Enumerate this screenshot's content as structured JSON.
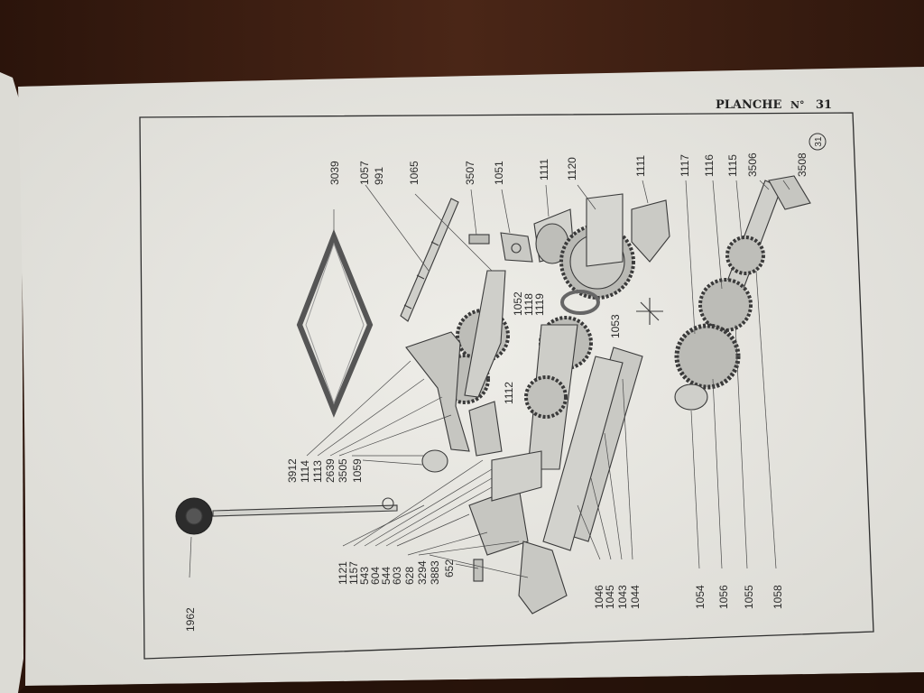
{
  "page": {
    "plate_label": "PLANCHE",
    "plate_no_mark": "N°",
    "plate_number": "31",
    "corner_mark": "31"
  },
  "labels": {
    "top": [
      "3039",
      "1057",
      "991",
      "1065",
      "3507",
      "1051",
      "1111",
      "1120",
      "1111",
      "1117",
      "1116",
      "1115",
      "3506",
      "3508"
    ],
    "mid": [
      "1052",
      "1118",
      "1119",
      "1053",
      "1112"
    ],
    "left_group": [
      "3912",
      "1114",
      "1113",
      "2639",
      "3505",
      "1059"
    ],
    "bottom_group": [
      "1121",
      "1157",
      "543",
      "604",
      "544",
      "603",
      "628",
      "3294",
      "3883",
      "652"
    ],
    "bottom_right": [
      "1046",
      "1045",
      "1043",
      "1044",
      "1054",
      "1056",
      "1055",
      "1058"
    ],
    "bottom_left": [
      "1962"
    ]
  },
  "colors": {
    "paper": "#e9e8e3",
    "ink": "#2b2b2b",
    "table": "#3b1e12"
  }
}
